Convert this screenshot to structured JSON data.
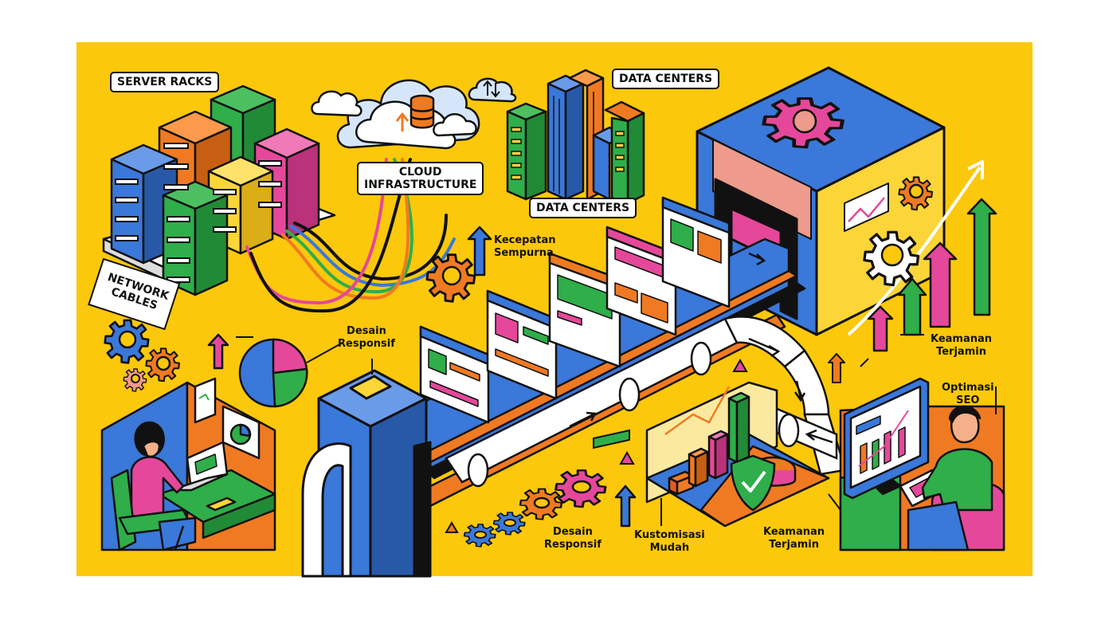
{
  "scene": {
    "background": "#ffffff",
    "panel_color": "#FCC80B",
    "palette": {
      "blue": "#3A78D9",
      "green": "#2FAE4A",
      "orange": "#F07A22",
      "pink": "#E5489A",
      "yellow": "#FCD538",
      "salmon": "#EE9A8C",
      "outline": "#111111",
      "white": "#FFFFFF"
    }
  },
  "labels": {
    "server_racks": "SERVER RACKS",
    "cloud_line1": "CLOUD",
    "cloud_line2": "INFRASTRUCTURE",
    "data_centers_top": "DATA CENTERS",
    "data_centers_mid": "DATA CENTERS",
    "network_line1": "NETWORK",
    "network_line2": "CABLES",
    "kecepatan_line1": "Kecepatan",
    "kecepatan_line2": "Sempurna",
    "desain_top_line1": "Desain",
    "desain_top_line2": "Responsif",
    "keamanan_right_line1": "Keamanan",
    "keamanan_right_line2": "Terjamin",
    "optimasi_line1": "Optimasi",
    "optimasi_line2": "SEO",
    "desain_bottom_line1": "Desain",
    "desain_bottom_line2": "Responsif",
    "kustomisasi_line1": "Kustomisasi",
    "kustomisasi_line2": "Mudah",
    "keamanan_bottom_line1": "Keamanan",
    "keamanan_bottom_line2": "Terjamin"
  },
  "icons": [
    "gear-icon",
    "cloud-icon",
    "database-icon",
    "sync-arrows-icon",
    "growth-arrow-icon",
    "shield-check-icon",
    "pie-chart-icon",
    "monitor-icon",
    "laptop-icon"
  ]
}
